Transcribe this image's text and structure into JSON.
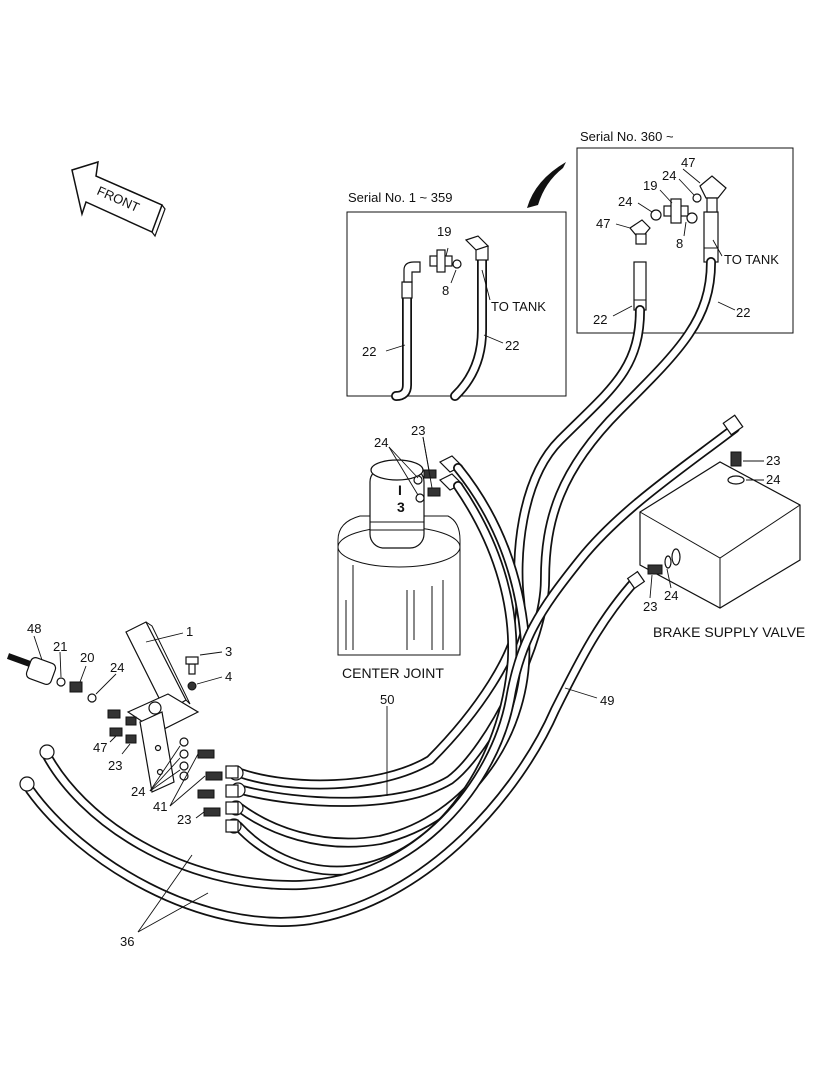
{
  "boxes": {
    "serial_old": "Serial No. 1 ~ 359",
    "serial_new": "Serial No. 360 ~"
  },
  "captions": {
    "front": "FRONT",
    "to_tank_old": "TO TANK",
    "to_tank_new": "TO TANK",
    "center_joint": "CENTER JOINT",
    "brake_supply_valve": "BRAKE SUPPLY VALVE",
    "joint_mark_1": "I",
    "joint_mark_3": "3"
  },
  "part_numbers": {
    "p19a": "19",
    "p8a": "8",
    "p22a": "22",
    "p22b": "22",
    "p47a": "47",
    "p24a": "24",
    "p19b": "19",
    "p24b": "24",
    "p47b": "47",
    "p8b": "8",
    "p22c": "22",
    "p22d": "22",
    "p24c": "24",
    "p23a": "23",
    "p23b": "23",
    "p24d": "24",
    "p23c": "23",
    "p24e": "24",
    "p1": "1",
    "p3": "3",
    "p4": "4",
    "p48": "48",
    "p21": "21",
    "p20": "20",
    "p24f": "24",
    "p47c": "47",
    "p23d": "23",
    "p24g": "24",
    "p41": "41",
    "p23e": "23",
    "p50": "50",
    "p49": "49",
    "p36": "36"
  },
  "icons": [
    "front-arrow-icon",
    "callout-arrow-icon"
  ]
}
